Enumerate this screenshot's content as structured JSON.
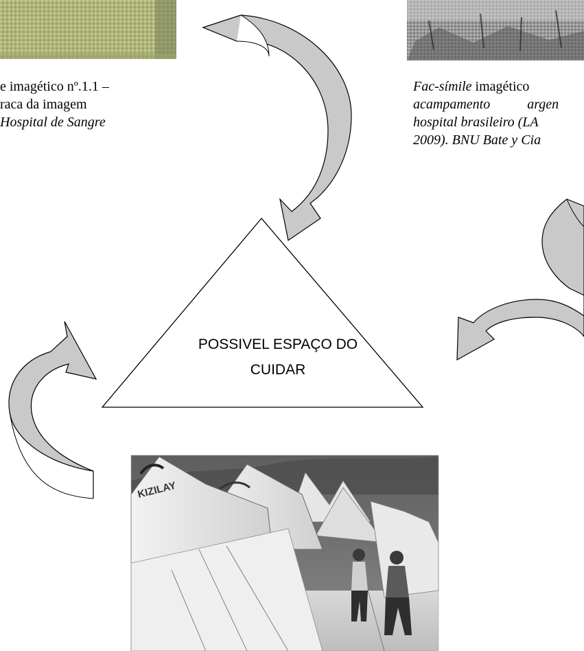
{
  "center_label_line1": "POSSIVEL ESPAÇO DO",
  "center_label_line2": "CUIDAR",
  "caption_left": {
    "line1": "e imagético nº.1.1 –",
    "line2": "raca da imagem",
    "line3": "Hospital de Sangre"
  },
  "caption_right": {
    "line1_italic": "Fac-símile",
    "line1_rest": " imagético",
    "line2_a": "acampamento",
    "line2_b": "argen",
    "line3": "hospital brasileiro (LA",
    "line4": "2009). BNU Bate y Cia"
  },
  "photo_tent_banner_text": "KIZILAY",
  "colors": {
    "arrow_fill": "#c9c9c9",
    "arrow_stroke": "#000000",
    "photo_left_tone": "#bcc28e",
    "photo_right_tone": "#6c6c6c"
  }
}
